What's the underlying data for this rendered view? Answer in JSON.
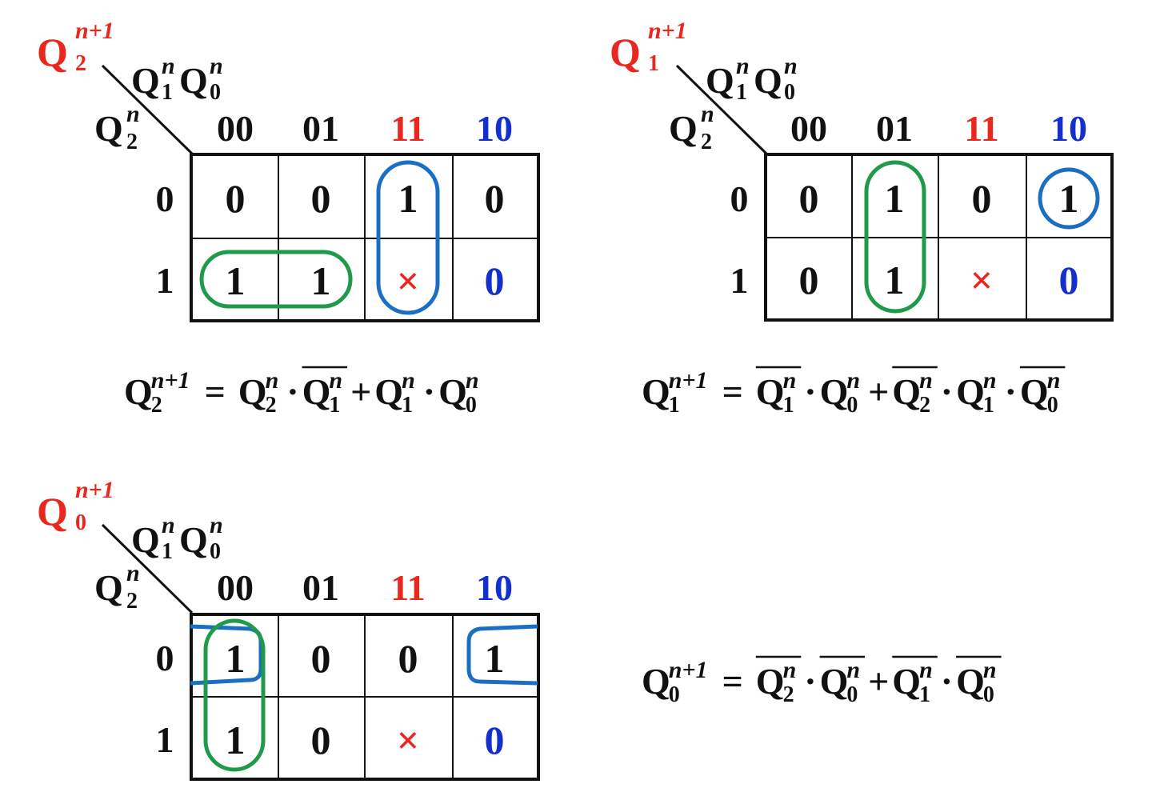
{
  "colors": {
    "black": "#111111",
    "red": "#e8281e",
    "blue": "#1230cc",
    "loop_blue": "#1a6fc4",
    "loop_green": "#1f9a4a"
  },
  "maps": [
    {
      "output": {
        "base": "Q",
        "sub": "2",
        "sup": "n+1"
      },
      "col_var": {
        "a_base": "Q",
        "a_sub": "1",
        "a_sup": "n",
        "b_base": "Q",
        "b_sub": "0",
        "b_sup": "n"
      },
      "row_var": {
        "base": "Q",
        "sub": "2",
        "sup": "n"
      },
      "col_headers": [
        "00",
        "01",
        "11",
        "10"
      ],
      "row_headers": [
        "0",
        "1"
      ],
      "cells": [
        [
          "0",
          "0",
          "1",
          "0"
        ],
        [
          "1",
          "1",
          "×",
          "0"
        ]
      ]
    },
    {
      "output": {
        "base": "Q",
        "sub": "1",
        "sup": "n+1"
      },
      "col_var": {
        "a_base": "Q",
        "a_sub": "1",
        "a_sup": "n",
        "b_base": "Q",
        "b_sub": "0",
        "b_sup": "n"
      },
      "row_var": {
        "base": "Q",
        "sub": "2",
        "sup": "n"
      },
      "col_headers": [
        "00",
        "01",
        "11",
        "10"
      ],
      "row_headers": [
        "0",
        "1"
      ],
      "cells": [
        [
          "0",
          "1",
          "0",
          "1"
        ],
        [
          "0",
          "1",
          "×",
          "0"
        ]
      ]
    },
    {
      "output": {
        "base": "Q",
        "sub": "0",
        "sup": "n+1"
      },
      "col_var": {
        "a_base": "Q",
        "a_sub": "1",
        "a_sup": "n",
        "b_base": "Q",
        "b_sub": "0",
        "b_sup": "n"
      },
      "row_var": {
        "base": "Q",
        "sub": "2",
        "sup": "n"
      },
      "col_headers": [
        "00",
        "01",
        "11",
        "10"
      ],
      "row_headers": [
        "0",
        "1"
      ],
      "cells": [
        [
          "1",
          "0",
          "0",
          "1"
        ],
        [
          "1",
          "0",
          "×",
          "0"
        ]
      ]
    }
  ],
  "equations": [
    {
      "lhs": {
        "base": "Q",
        "sub": "2",
        "sup": "n+1"
      },
      "eq": "=",
      "terms": [
        {
          "base": "Q",
          "sub": "2",
          "sup": "n",
          "bar": false
        },
        {
          "op": "·"
        },
        {
          "base": "Q",
          "sub": "1",
          "sup": "n",
          "bar": true
        },
        {
          "op": "+"
        },
        {
          "base": "Q",
          "sub": "1",
          "sup": "n",
          "bar": false
        },
        {
          "op": "·"
        },
        {
          "base": "Q",
          "sub": "0",
          "sup": "n",
          "bar": false
        }
      ]
    },
    {
      "lhs": {
        "base": "Q",
        "sub": "1",
        "sup": "n+1"
      },
      "eq": "=",
      "terms": [
        {
          "base": "Q",
          "sub": "1",
          "sup": "n",
          "bar": true
        },
        {
          "op": "·"
        },
        {
          "base": "Q",
          "sub": "0",
          "sup": "n",
          "bar": false
        },
        {
          "op": "+"
        },
        {
          "base": "Q",
          "sub": "2",
          "sup": "n",
          "bar": true
        },
        {
          "op": "·"
        },
        {
          "base": "Q",
          "sub": "1",
          "sup": "n",
          "bar": false
        },
        {
          "op": "·"
        },
        {
          "base": "Q",
          "sub": "0",
          "sup": "n",
          "bar": true
        }
      ]
    },
    {
      "lhs": {
        "base": "Q",
        "sub": "0",
        "sup": "n+1"
      },
      "eq": "=",
      "terms": [
        {
          "base": "Q",
          "sub": "2",
          "sup": "n",
          "bar": true
        },
        {
          "op": "·"
        },
        {
          "base": "Q",
          "sub": "0",
          "sup": "n",
          "bar": true
        },
        {
          "op": "+"
        },
        {
          "base": "Q",
          "sub": "1",
          "sup": "n",
          "bar": true
        },
        {
          "op": "·"
        },
        {
          "base": "Q",
          "sub": "0",
          "sup": "n",
          "bar": true
        }
      ]
    }
  ]
}
